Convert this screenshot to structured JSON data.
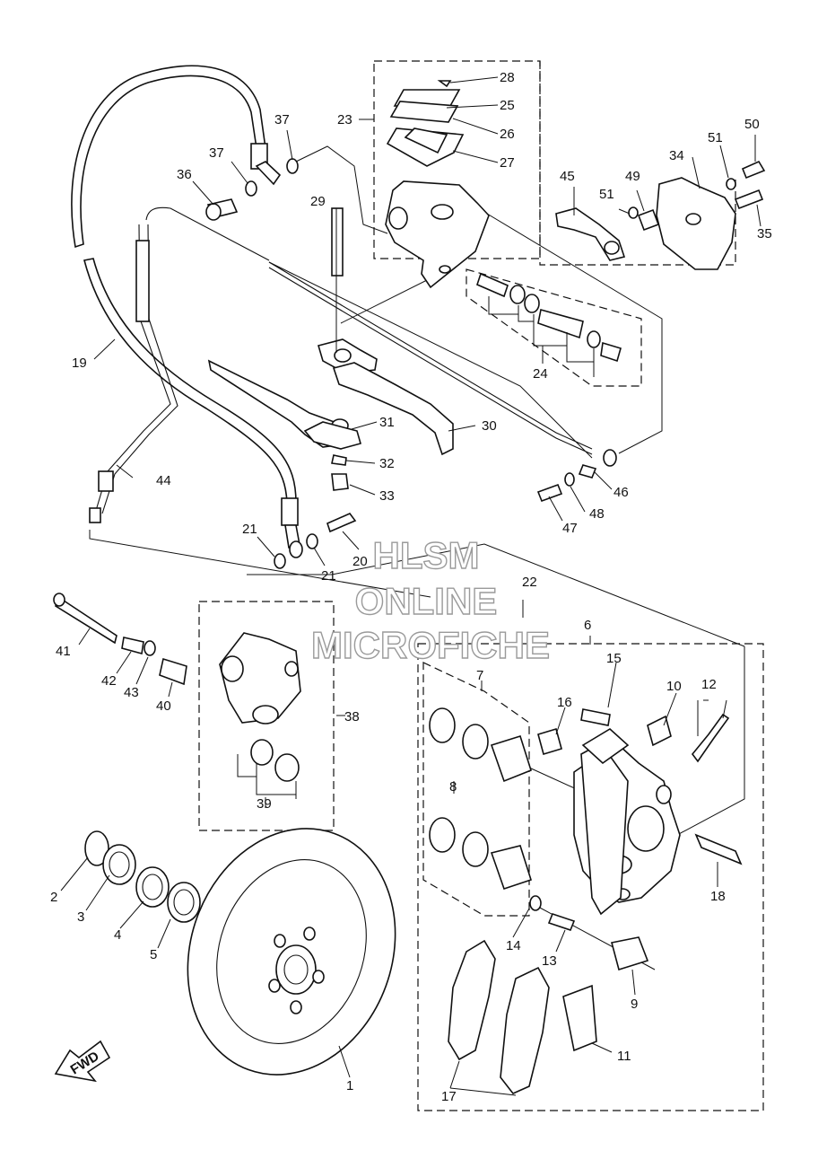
{
  "watermark": {
    "line1": "HLSM",
    "line2": "ONLINE",
    "line3": "MICROFICHE"
  },
  "direction_badge": "FWD",
  "part_labels": {
    "p1": "1",
    "p2": "2",
    "p3": "3",
    "p4": "4",
    "p5": "5",
    "p6": "6",
    "p7": "7",
    "p8": "8",
    "p9": "9",
    "p10": "10",
    "p11": "11",
    "p12": "12",
    "p13": "13",
    "p14": "14",
    "p15": "15",
    "p16": "16",
    "p17": "17",
    "p18": "18",
    "p19": "19",
    "p20": "20",
    "p21a": "21",
    "p21b": "21",
    "p22": "22",
    "p23": "23",
    "p24": "24",
    "p25": "25",
    "p26": "26",
    "p27": "27",
    "p28": "28",
    "p29": "29",
    "p30": "30",
    "p31": "31",
    "p32": "32",
    "p33": "33",
    "p34": "34",
    "p35": "35",
    "p36": "36",
    "p37a": "37",
    "p37b": "37",
    "p38": "38",
    "p39": "39",
    "p40": "40",
    "p41": "41",
    "p42": "42",
    "p43": "43",
    "p44": "44",
    "p45": "45",
    "p46": "46",
    "p47": "47",
    "p48": "48",
    "p49": "49",
    "p50": "50",
    "p51a": "51",
    "p51b": "51"
  }
}
